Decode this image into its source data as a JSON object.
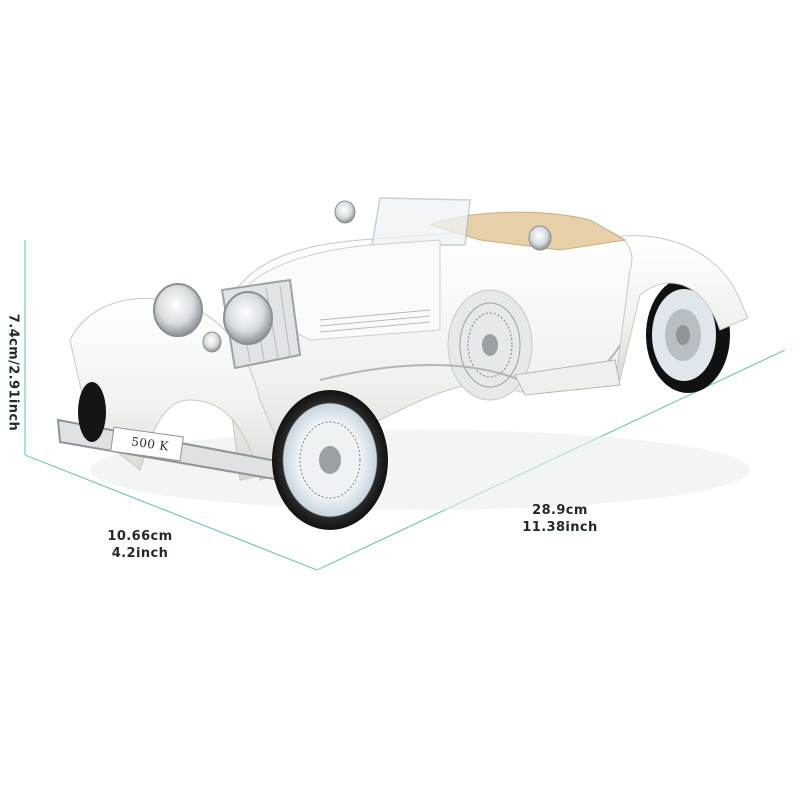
{
  "plate_text": "500 K",
  "dimensions": {
    "height": "7.4cm/2.91inch",
    "width_cm": "10.66cm",
    "width_in": "4.2inch",
    "length_cm": "28.9cm",
    "length_in": "11.38inch"
  },
  "colors": {
    "car_body": "#f4f4f2",
    "interior": "#e7cfa8",
    "dimension_line": "#7cc7c0",
    "text": "#1f2a2a"
  }
}
